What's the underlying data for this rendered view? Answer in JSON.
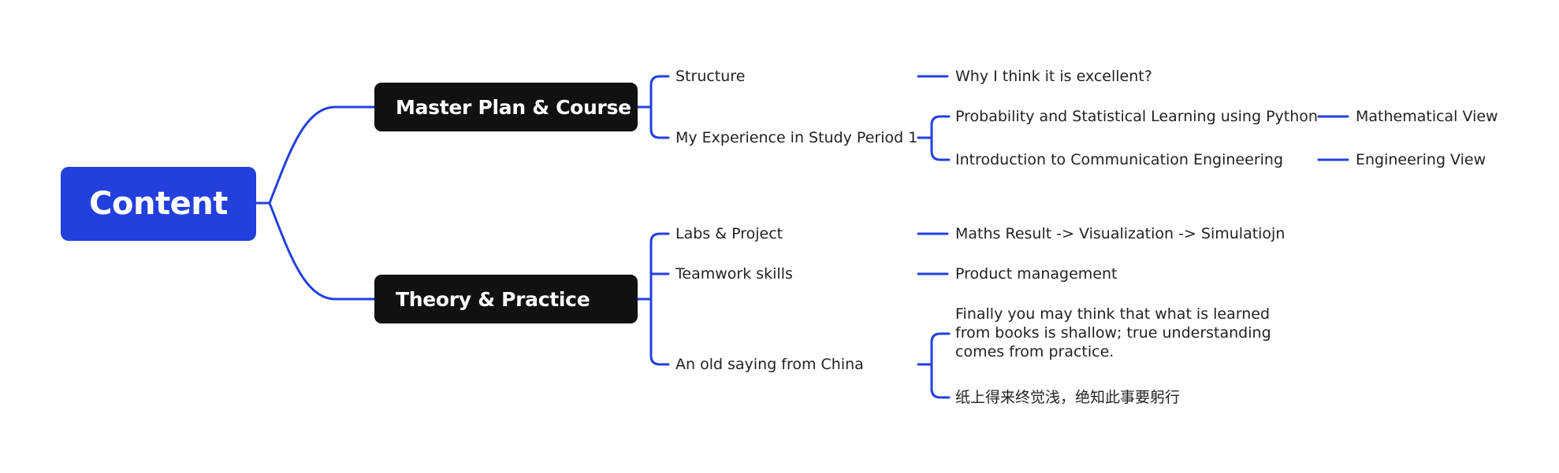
{
  "colors": {
    "connector": "#2340dd",
    "root_fill": "#2340dd",
    "main_fill": "#111111",
    "text": "#222222"
  },
  "root": {
    "label": "Content"
  },
  "branches": [
    {
      "label": "Master Plan & Course",
      "children": [
        {
          "label": "Structure",
          "children": [
            {
              "label": "Why I think it is excellent?"
            }
          ]
        },
        {
          "label": "My Experience in Study Period 1",
          "children": [
            {
              "label": "Probability and Statistical Learning using Python",
              "children": [
                {
                  "label": "Mathematical View"
                }
              ]
            },
            {
              "label": "Introduction to Communication Engineering",
              "children": [
                {
                  "label": "Engineering View"
                }
              ]
            }
          ]
        }
      ]
    },
    {
      "label": "Theory & Practice",
      "children": [
        {
          "label": "Labs & Project",
          "children": [
            {
              "label": "Maths Result -> Visualization -> Simulatiojn"
            }
          ]
        },
        {
          "label": "Teamwork skills",
          "children": [
            {
              "label": "Product management"
            }
          ]
        },
        {
          "label": "An old saying from China",
          "children": [
            {
              "label": "Finally you may think that what is learned from books is shallow; true understanding comes from practice."
            },
            {
              "label": "纸上得来终觉浅，绝知此事要躬行"
            }
          ]
        }
      ]
    }
  ]
}
